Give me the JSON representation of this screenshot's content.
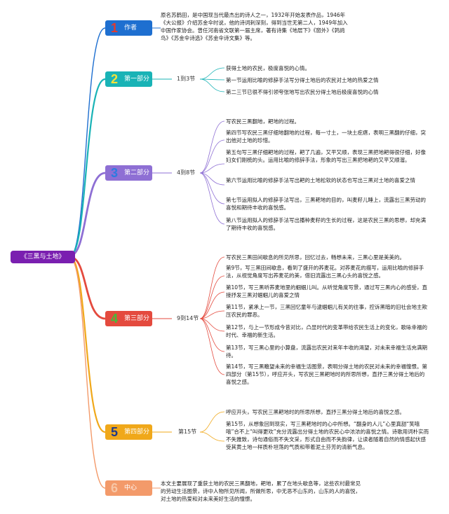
{
  "root": {
    "label": "《三黑与土地》"
  },
  "branches": [
    {
      "num": "1",
      "label": "作者",
      "color": "#1e6fd0",
      "note": "原名苏鹤田，是中国现当代最杰出的诗人之一，1932年开始发表作品，1946年《大公报》介绍苏金伞时说，他的诗词刺深刻，得到当世无第二人，1949年加入中国作家协会。曾任河南省文联第一届主席，著有诗集《地层下》《窗外》《鹁鸪鸟》《苏金伞诗选》《苏金伞诗文集》等。"
    },
    {
      "num": "2",
      "label": "第一部分",
      "color": "#19b3b6",
      "sub": "1到3节",
      "leaves": [
        "获得土地的农民，极度喜悦的心情。",
        "第一节运用比喻的修辞手法写分得土地后的农民对土地的热爱之情",
        "第二三节已很不得引领夸张地写出农民分得土地后极度喜悦的心情"
      ]
    },
    {
      "num": "3",
      "label": "第二部分",
      "color": "#8e6fd4",
      "sub": "4到8节",
      "leaves": [
        "写农民三黑翻地，耙地的过程。",
        "第四节写农民三黑仔细地翻地的过程，每一寸土，一块土疙瘩，表明三黑翻的仔细，突出他对土地的珍惜。",
        "第五句写三黑仔细耙地的过程，耙了几遍，又平又顺，表现三黑把地耙得很仔细，好像妇女们刚梳的头。运用比喻的修辞手法，形象的写出三黑把地耙的又平又顺溜。",
        "第六节运用比喻的修辞手法写出耙的土地松软的状态也写出三黑对土地的喜爱之情",
        "第七节运用拟人的修辞手法写出，三黑耙地的目的，叫麦籽儿睡上，流露出三黑劳动的喜悦和期待丰收的喜悦感。",
        "第八节运用拟人的修辞手法写出播种麦籽的生长的过程，这是农民三黑的思想，却充满了期待丰收的喜悦感。"
      ]
    },
    {
      "num": "4",
      "label": "第三部分",
      "color": "#e44a3e",
      "sub": "9到14节",
      "leaves": [
        "写农民三黑田间歇息的所见所思，回忆过去，畅想未来，三黑心里是美美的。",
        "第9节，写三黑田间歇息，看到了盛开的荞麦花。对荞麦花的描写，运用比喻的修辞手法，从视觉角度写出荞麦花的美，借旧流露出三黑心头的喜悦之感。",
        "第10节，写三黑听荞麦地里的蝈蝈儿叫。从听觉角度写景，通过写三黑内心的感受，直接抒发三黑对蝈蝈儿的喜爱之情",
        "第11节，紧承上一节，三黑回忆童年与逮蝈蝈儿有关的往事，控诉黑暗的旧社会地主欺压农民的罪恶。",
        "第12节，与上一节形成今昔对比，凸显时代的变革带给农民生活上的变化，歌咏幸福的时代、幸福的新生活。",
        "第13节，写三黑心里的小算盘，流露出农民对来年丰收的渴望，对未来幸福生活充满期待。",
        "第14节，写三黑瞻望未来的幸福生活图景，表明分得土地的农民对未来的幸福憧憬。第四部分（第15节），呼应开头，写农民三黑耙地时的所思所想，直抒三黑分得土地后的喜悦之感。"
      ]
    },
    {
      "num": "5",
      "label": "第四部分",
      "color": "#f0a81a",
      "sub": "第15节",
      "leaves": [
        "呼应开头，写农民三黑耙地时的所思所想，直抒三黑分得土地后的喜悦之感。",
        "第15节，从想象回到现实，写三黑耙地时的心中所想。“翻身的人儿”心里真甜“笑嘻嘻”合不上“叫得更欢”充分流露出分得土地的农民心中浓浓的喜悦之情。诗歌用词朴实而不失雅致，诗句通俗而不失文采，形式自由而不失韵律，让读者随着自然的情感起伏感受其黄土地一样质朴坦荡的气质和带着泥土芬芳的清新气息。"
      ]
    },
    {
      "num": "6",
      "label": "中心",
      "color": "#f39a6a",
      "note": "本文主要展现了重获土地的农民三黑翻地，耙地，累了在地头歇息等，这些农村最常见的劳动生活图景，诗中人物所见所闻，所做所思，中无恶不山东的，山东的人的喜悦，对土地的热爱和对未来美好生活的憧憬。"
    }
  ],
  "colors": {
    "root": "#7a1fb0",
    "branch1": "#1e6fd0",
    "branch2": "#19b3b6",
    "branch3": "#8e6fd4",
    "branch4": "#e44a3e",
    "branch5": "#f0a81a",
    "branch6": "#f39a6a"
  }
}
